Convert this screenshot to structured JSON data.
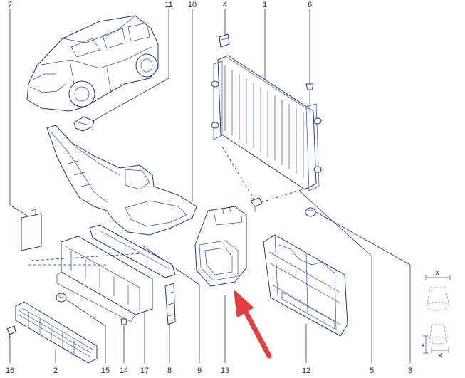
{
  "callouts": {
    "c1": "1",
    "c2": "2",
    "c3": "3",
    "c4": "4",
    "c5": "5",
    "c6": "6",
    "c7": "7",
    "c8": "8",
    "c9": "9",
    "c10": "10",
    "c11": "11",
    "c12": "12",
    "c13": "13",
    "c14": "14",
    "c15": "15",
    "c16": "16",
    "c17": "17"
  },
  "detail": {
    "x_top": "x",
    "x_bottom_a": "x",
    "x_bottom_b": "x"
  },
  "colors": {
    "line": "#1f3a8a",
    "text": "#1f2a55",
    "arrow": "#e0403f"
  },
  "icons": {
    "arrow": "red-pointer-arrow",
    "vehicle": "suv-car-outline"
  }
}
